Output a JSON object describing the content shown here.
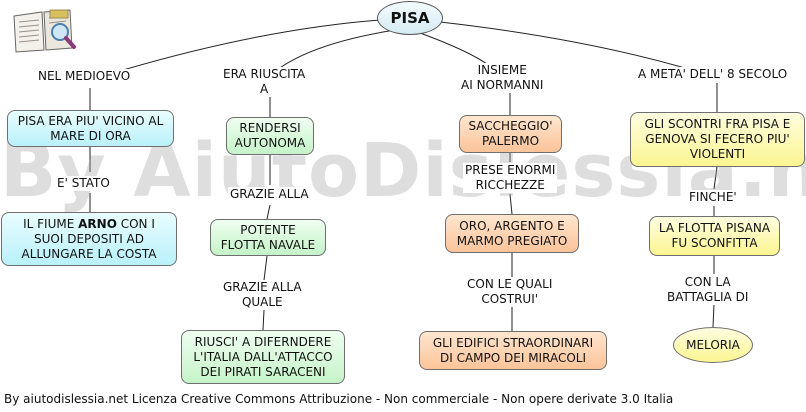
{
  "watermark": "By AiutoDislessia.net",
  "root": "PISA",
  "branches": [
    {
      "link": "NEL MEDIOEVO",
      "node1": "PISA ERA PIU' VICINO AL MARE DI ORA",
      "link2": "E' STATO",
      "node2_pre": "IL FIUME ",
      "node2_bold": "ARNO",
      "node2_post": " CON I SUOI DEPOSITI AD ALLUNGARE LA COSTA"
    },
    {
      "link_line1": "ERA RIUSCITA",
      "link_line2": "A",
      "node1": "RENDERSI AUTONOMA",
      "link2": "GRAZIE ALLA",
      "node2": "POTENTE FLOTTA NAVALE",
      "link3_line1": "GRAZIE ALLA",
      "link3_line2": "QUALE",
      "node3": "RIUSCI' A DIFERNDERE L'ITALIA DALL'ATTACCO DEI PIRATI SARACENI"
    },
    {
      "link_line1": "INSIEME",
      "link_line2": "AI NORMANNI",
      "node1": "SACCHEGGIO' PALERMO",
      "link2_line1": "PRESE ENORMI",
      "link2_line2": "RICCHEZZE",
      "node2": "ORO, ARGENTO E MARMO PREGIATO",
      "link3_line1": "CON LE QUALI",
      "link3_line2": "COSTRUI'",
      "node3": "GLI EDIFICI STRAORDINARI DI CAMPO DEI MIRACOLI"
    },
    {
      "link": "A META' DELL' 8 SECOLO",
      "node1": "GLI SCONTRI FRA PISA E GENOVA SI FECERO PIU' VIOLENTI",
      "link2": "FINCHE'",
      "node2": "LA FLOTTA PISANA FU SCONFITTA",
      "link3_line1": "CON LA",
      "link3_line2": "BATTAGLIA DI",
      "node3": "MELORIA"
    }
  ],
  "footer": "By aiutodislessia.net Licenza Creative Commons Attribuzione - Non commerciale - Non opere derivate 3.0 Italia",
  "icons": {
    "logo": "book-magnifier-icon"
  },
  "colors": {
    "blue": "#b9f1fa",
    "green": "#c5f3c8",
    "orange": "#fcc49a",
    "yellow": "#fbf591",
    "root": "#d5ecf3"
  }
}
